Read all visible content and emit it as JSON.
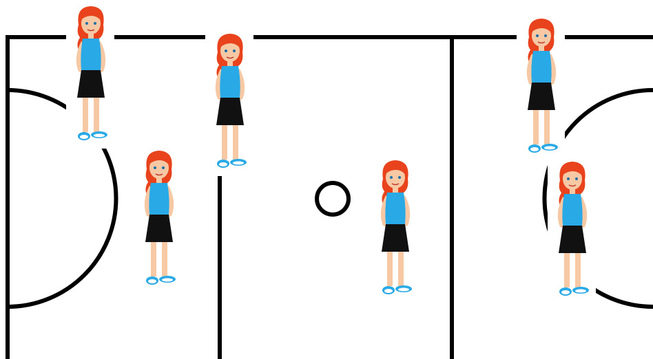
{
  "scene": {
    "description_kind": "netball-court-player-positions",
    "court_line_color": "#000000",
    "background_color": "#ffffff",
    "centre_circle": "shown",
    "goal_semicircles": [
      "left",
      "right"
    ],
    "thirds": 3
  },
  "player_style": {
    "hair_color": "#e8431c",
    "top_color": "#29a9e6",
    "skirt_color": "#111111",
    "skin_color": "#f6c8a4",
    "shoe_color": "#29a9e6",
    "count": 6
  }
}
